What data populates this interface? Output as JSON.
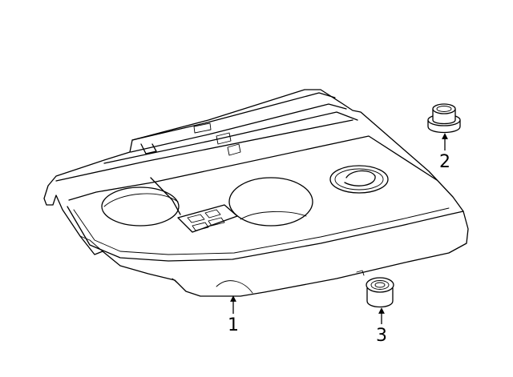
{
  "callouts": {
    "part1": "1",
    "part2": "2",
    "part3": "3"
  },
  "colors": {
    "stroke": "#000000",
    "background": "#ffffff"
  }
}
